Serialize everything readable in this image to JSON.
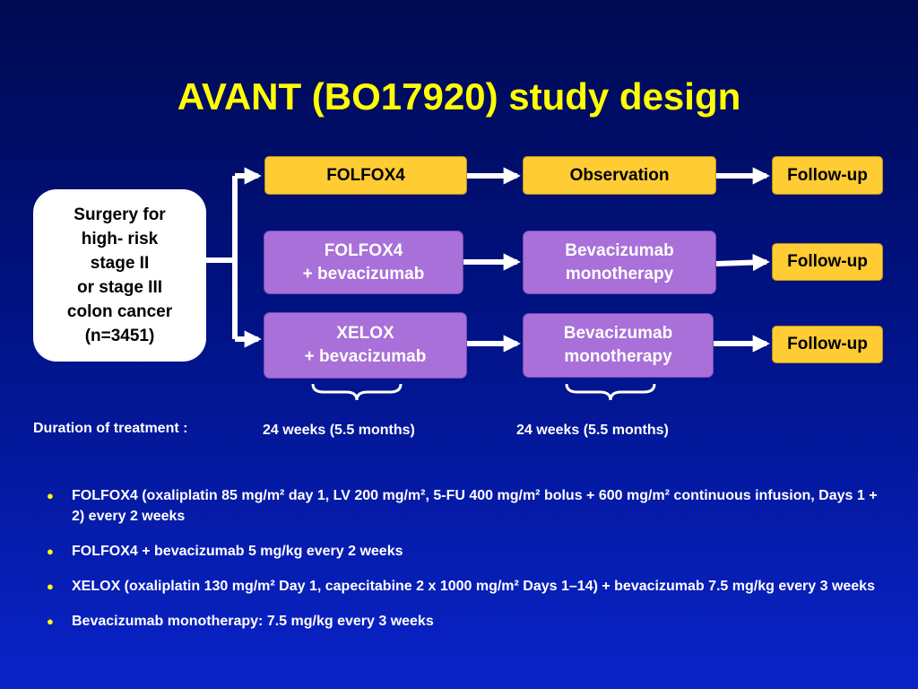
{
  "title": "AVANT (BO17920) study design",
  "surgery": {
    "lines": [
      "Surgery for",
      "high- risk",
      "stage II",
      "or stage III",
      "colon cancer",
      "(n=3451)"
    ]
  },
  "arms": [
    {
      "treatment": [
        "FOLFOX4"
      ],
      "maintenance": [
        "Observation"
      ],
      "followup": "Follow-up"
    },
    {
      "treatment": [
        "FOLFOX4",
        "+ bevacizumab"
      ],
      "maintenance": [
        "Bevacizumab",
        "monotherapy"
      ],
      "followup": "Follow-up"
    },
    {
      "treatment": [
        "XELOX",
        "+ bevacizumab"
      ],
      "maintenance": [
        "Bevacizumab",
        "monotherapy"
      ],
      "followup": "Follow-up"
    }
  ],
  "duration_label": "Duration of treatment :",
  "durations": [
    "24 weeks (5.5 months)",
    "24 weeks (5.5 months)"
  ],
  "bullets": [
    "FOLFOX4 (oxaliplatin 85 mg/m² day 1, LV 200 mg/m², 5-FU 400 mg/m² bolus + 600 mg/m² continuous infusion, Days 1 + 2) every 2 weeks",
    "FOLFOX4 + bevacizumab 5 mg/kg every 2 weeks",
    "XELOX (oxaliplatin 130 mg/m² Day 1, capecitabine 2 x 1000 mg/m² Days 1–14) + bevacizumab 7.5 mg/kg every 3 weeks",
    "Bevacizumab monotherapy: 7.5 mg/kg every 3 weeks"
  ],
  "colors": {
    "title": "#ffff00",
    "yellow_box": "#ffcc33",
    "purple_box": "#a870d8",
    "bullet_dot": "#ffff00"
  }
}
